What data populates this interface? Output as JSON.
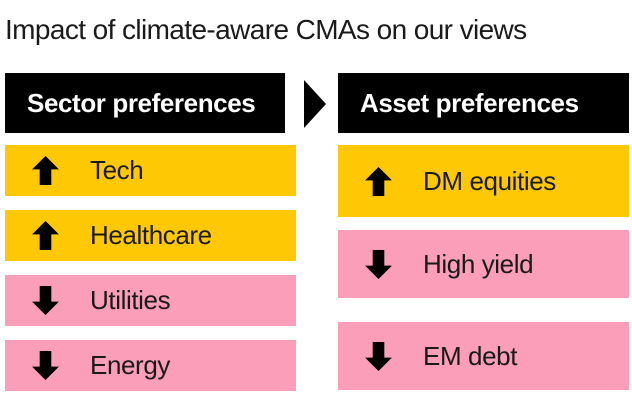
{
  "title": "Impact of climate-aware CMAs on our views",
  "colors": {
    "up_bg": "#FFC805",
    "down_bg": "#FA9EB9",
    "header_bg": "#000000",
    "header_text": "#FFFFFF",
    "text": "#1A1A1A"
  },
  "flow_arrow_icon": "right-triangle",
  "columns": [
    {
      "header": "Sector preferences",
      "items": [
        {
          "label": "Tech",
          "direction": "up"
        },
        {
          "label": "Healthcare",
          "direction": "up"
        },
        {
          "label": "Utilities",
          "direction": "down"
        },
        {
          "label": "Energy",
          "direction": "down"
        }
      ]
    },
    {
      "header": "Asset preferences",
      "items": [
        {
          "label": "DM equities",
          "direction": "up"
        },
        {
          "label": "High yield",
          "direction": "down"
        },
        {
          "label": "EM debt",
          "direction": "down"
        }
      ]
    }
  ]
}
